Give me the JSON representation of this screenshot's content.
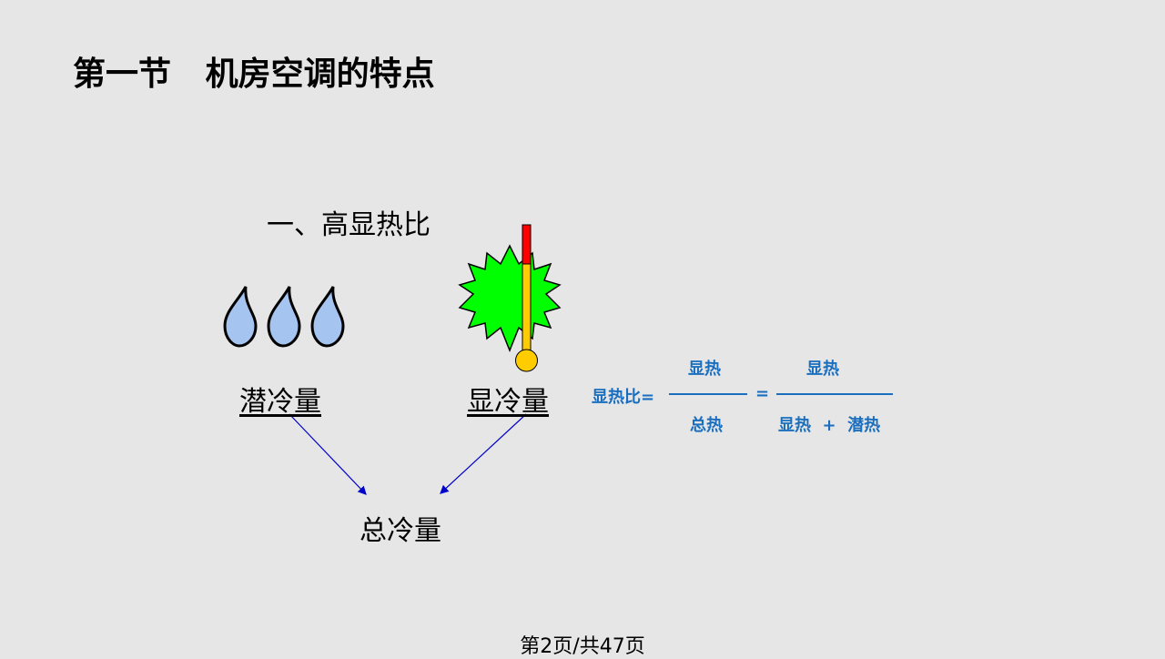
{
  "slide": {
    "title": "第一节   机房空调的特点",
    "section_heading": "一、高显热比"
  },
  "diagram": {
    "latent_label": "潜冷量",
    "sensible_label": "显冷量",
    "total_label": "总冷量"
  },
  "formula": {
    "lhs": "显热比=",
    "numerator_1": "显热",
    "denominator_1": "总热",
    "equals": "=",
    "numerator_2": "显热",
    "denominator_2": "显热  +  潜热"
  },
  "footer": {
    "page_indicator": "第2页/共47页"
  },
  "colors": {
    "background": "#e6e6e6",
    "drop_fill": "#a6c4f0",
    "burst_fill": "#00ff00",
    "thermometer_red": "#ff0000",
    "thermometer_yellow": "#ffcc00",
    "arrow": "#0000cc",
    "formula_text": "#1a6ebd"
  }
}
